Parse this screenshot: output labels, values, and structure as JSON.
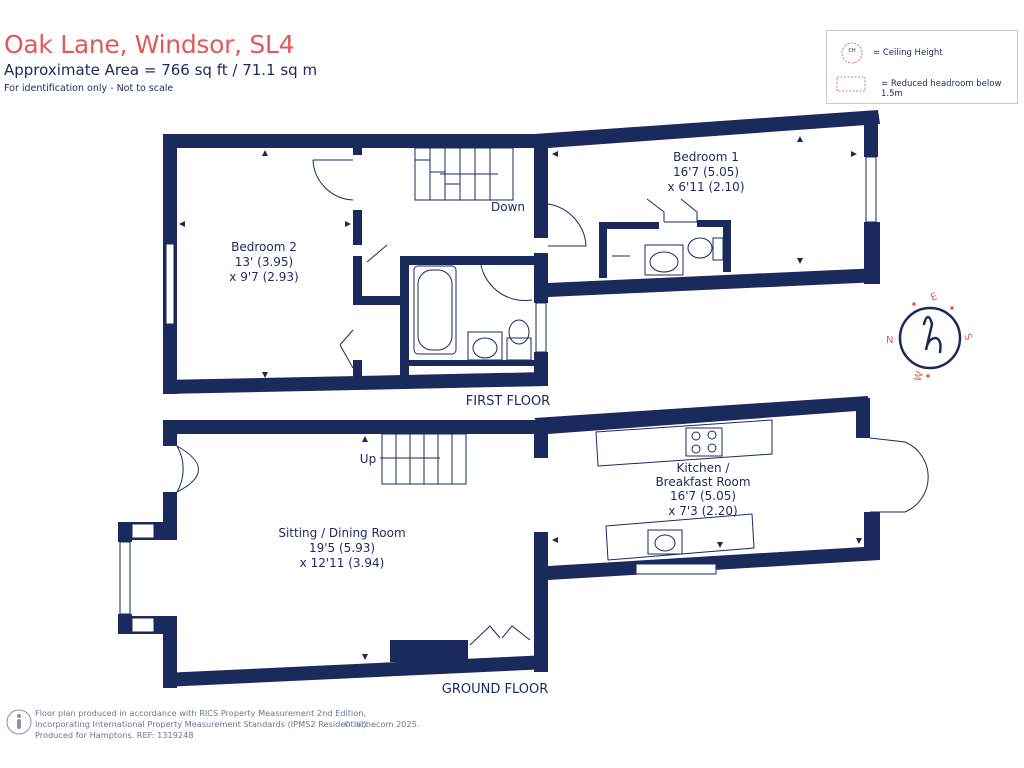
{
  "header": {
    "title": "Oak Lane, Windsor, SL4",
    "area": "Approximate Area = 766  sq ft / 71.1  sq m",
    "note": "For identification only - Not to scale"
  },
  "legend": {
    "ceiling_height": "= Ceiling Height",
    "ch_symbol": "CH",
    "reduced_headroom": "= Reduced headroom below 1.5m"
  },
  "floors": {
    "first": "FIRST FLOOR",
    "ground": "GROUND FLOOR"
  },
  "rooms": {
    "bedroom2": {
      "name": "Bedroom 2",
      "dim1": "13' (3.95)",
      "dim2": "x 9'7 (2.93)"
    },
    "bedroom1": {
      "name": "Bedroom 1",
      "dim1": "16'7 (5.05)",
      "dim2": "x 6'11 (2.10)"
    },
    "sitting": {
      "name": "Sitting / Dining Room",
      "dim1": "19'5 (5.93)",
      "dim2": "x 12'11 (3.94)"
    },
    "kitchen": {
      "name1": "Kitchen /",
      "name2": "Breakfast Room",
      "dim1": "16'7 (5.05)",
      "dim2": "x 7'3 (2.20)"
    }
  },
  "stairs": {
    "down": "Down",
    "up": "Up"
  },
  "compass": {
    "n": "N",
    "e": "E",
    "s": "S",
    "w": "W"
  },
  "footer": {
    "line1": "Floor plan produced in accordance with RICS Property Measurement 2nd Edition,",
    "line2": "Incorporating International Property Measurement Standards (IPMS2 Residential).",
    "line3": "Produced for Hamptons.   REF:  1319248",
    "copyright": "© nichecom 2025."
  },
  "colors": {
    "wall": "#1b2a5c",
    "title": "#e05a5a",
    "compass": "#e05a5a"
  }
}
